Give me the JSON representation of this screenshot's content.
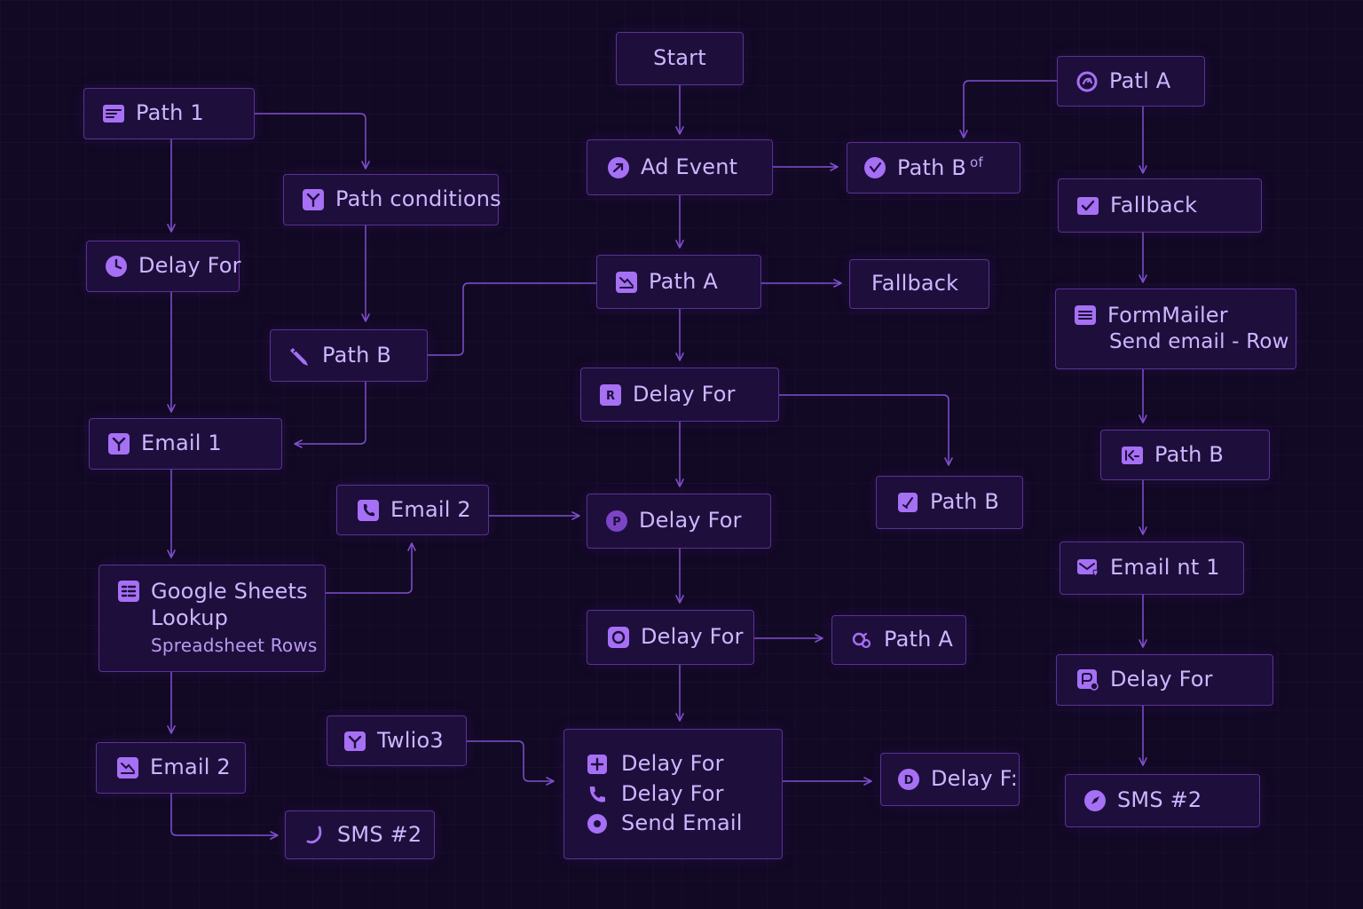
{
  "theme": {
    "background": "#120924",
    "node_fill": "#1e0e3c",
    "node_border": "#5b3196",
    "text": "#cdb6ff",
    "accent": "#a670f5",
    "edge": "#8050d0"
  },
  "nodes": {
    "start": {
      "label": "Start"
    },
    "ad_event": {
      "label": "Ad Event",
      "icon": "send-icon"
    },
    "path_b_of": {
      "label": "Path B",
      "suffix": "of",
      "icon": "check-circle-icon"
    },
    "patl_a": {
      "label": "Patl A",
      "icon": "refresh-circle-icon"
    },
    "path_1": {
      "label": "Path 1",
      "icon": "form-icon"
    },
    "path_conditions": {
      "label": "Path conditions",
      "icon": "branch-icon"
    },
    "delay_for_left": {
      "label": "Delay For",
      "icon": "clock-icon"
    },
    "path_b_pen": {
      "label": "Path B",
      "icon": "pencil-icon"
    },
    "path_a_center": {
      "label": "Path A",
      "icon": "chart-icon"
    },
    "fallback_center": {
      "label": "Fallback"
    },
    "fallback_right": {
      "label": "Fallback",
      "icon": "check-box-icon"
    },
    "formmailer": {
      "label": "FormMailer",
      "sublabel": "Send email - Row",
      "icon": "list-icon"
    },
    "email_1": {
      "label": "Email 1",
      "icon": "branch-icon"
    },
    "delay_for_r": {
      "label": "Delay For",
      "icon": "r-box-icon"
    },
    "path_b_mid": {
      "label": "Path B",
      "icon": "check-box-icon"
    },
    "path_b_right": {
      "label": "Path B",
      "icon": "keyboard-icon"
    },
    "email_2_mid": {
      "label": "Email 2",
      "icon": "phone-icon"
    },
    "delay_for_p": {
      "label": "Delay For",
      "icon": "p-circle-icon"
    },
    "google_sheets": {
      "label": "Google Sheets",
      "label2": "Lookup",
      "sublabel": "Spreadsheet Rows",
      "icon": "grid-icon"
    },
    "email_nt_1": {
      "label": "Email nt 1",
      "icon": "mail-heart-icon"
    },
    "delay_for_o": {
      "label": "Delay For",
      "icon": "record-icon"
    },
    "path_a_link": {
      "label": "Path A",
      "icon": "link-icon"
    },
    "delay_for_right": {
      "label": "Delay For",
      "icon": "pin-icon"
    },
    "twlio3": {
      "label": "Twlio3",
      "icon": "branch-icon"
    },
    "email_2_left": {
      "label": "Email 2",
      "icon": "chart-icon"
    },
    "multi": {
      "items": [
        {
          "label": "Delay For",
          "icon": "plus-icon"
        },
        {
          "label": "Delay For",
          "icon": "phone-icon"
        },
        {
          "label": "Send Email",
          "icon": "record-icon"
        }
      ]
    },
    "delay_f": {
      "label": "Delay F:",
      "icon": "d-circle-icon"
    },
    "sms_left": {
      "label": "SMS #2",
      "icon": "phone-curve-icon"
    },
    "sms_right": {
      "label": "SMS #2",
      "icon": "compass-icon"
    }
  },
  "edges": [
    [
      "start",
      "ad_event"
    ],
    [
      "ad_event",
      "path_b_of"
    ],
    [
      "ad_event",
      "path_a_center"
    ],
    [
      "patl_a",
      "path_b_of"
    ],
    [
      "patl_a",
      "fallback_right"
    ],
    [
      "path_1",
      "path_conditions"
    ],
    [
      "path_1",
      "delay_for_left"
    ],
    [
      "path_conditions",
      "path_b_pen"
    ],
    [
      "path_b_pen",
      "path_a_center"
    ],
    [
      "path_b_pen",
      "email_1"
    ],
    [
      "delay_for_left",
      "email_1"
    ],
    [
      "path_a_center",
      "fallback_center"
    ],
    [
      "path_a_center",
      "delay_for_r"
    ],
    [
      "fallback_right",
      "formmailer"
    ],
    [
      "formmailer",
      "path_b_right"
    ],
    [
      "delay_for_r",
      "path_b_mid"
    ],
    [
      "delay_for_r",
      "delay_for_p"
    ],
    [
      "email_1",
      "google_sheets"
    ],
    [
      "email_2_mid",
      "delay_for_p"
    ],
    [
      "google_sheets",
      "email_2_mid"
    ],
    [
      "google_sheets",
      "email_2_left"
    ],
    [
      "path_b_right",
      "email_nt_1"
    ],
    [
      "delay_for_p",
      "delay_for_o"
    ],
    [
      "delay_for_o",
      "path_a_link"
    ],
    [
      "delay_for_o",
      "multi"
    ],
    [
      "email_nt_1",
      "delay_for_right"
    ],
    [
      "delay_for_right",
      "sms_right"
    ],
    [
      "twlio3",
      "multi"
    ],
    [
      "email_2_left",
      "sms_left"
    ],
    [
      "multi",
      "delay_f"
    ]
  ]
}
